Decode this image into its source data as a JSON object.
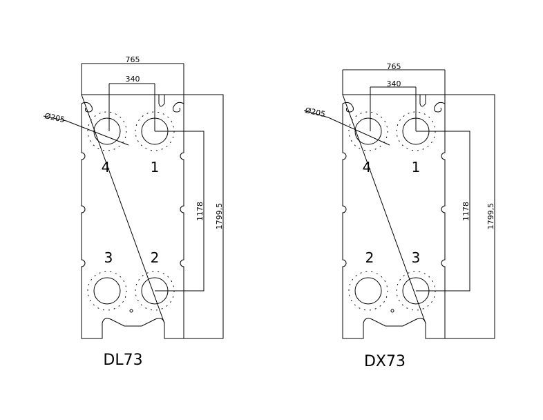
{
  "diagrams": [
    {
      "model": "DL73",
      "width_dim": "765",
      "port_spacing_dim": "340",
      "diameter_dim": "Ø205",
      "port_height_dim": "1178",
      "total_height_dim": "1799,5",
      "port_labels": {
        "top_left": "4",
        "top_right": "1",
        "bottom_left": "3",
        "bottom_right": "2"
      }
    },
    {
      "model": "DX73",
      "width_dim": "765",
      "port_spacing_dim": "340",
      "diameter_dim": "Ø205",
      "port_height_dim": "1178",
      "total_height_dim": "1799,5",
      "port_labels": {
        "top_left": "4",
        "top_right": "1",
        "bottom_left": "2",
        "bottom_right": "3"
      }
    }
  ]
}
